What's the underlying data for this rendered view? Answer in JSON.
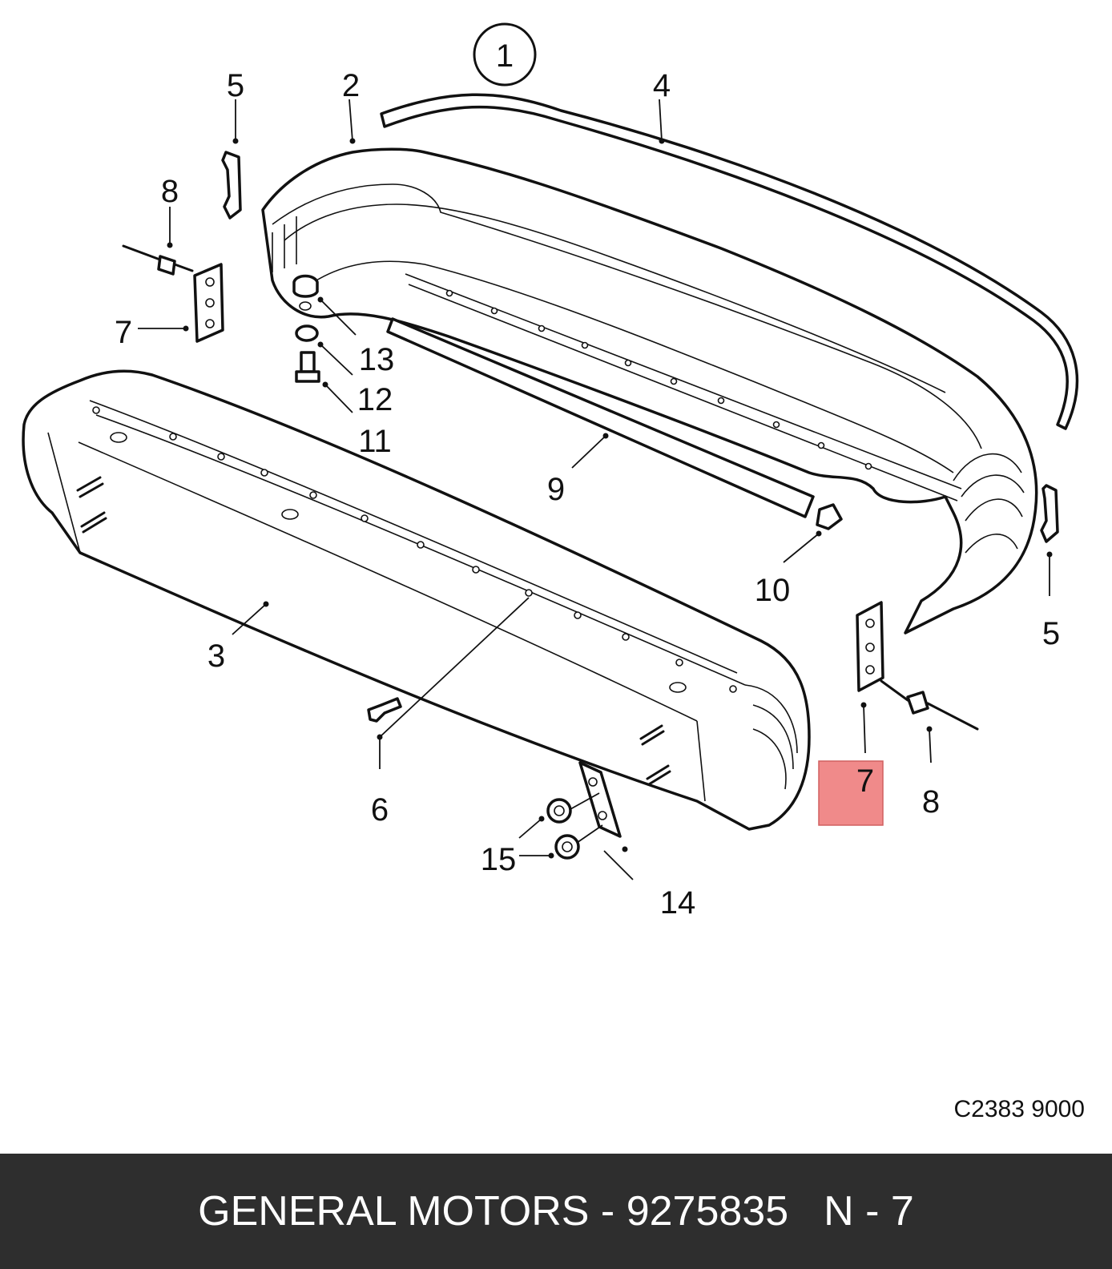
{
  "diagram": {
    "assembly_number": "1",
    "callouts": {
      "c2": "2",
      "c3": "3",
      "c4": "4",
      "c5a": "5",
      "c5b": "5",
      "c6": "6",
      "c7a": "7",
      "c7b": "7",
      "c8a": "8",
      "c8b": "8",
      "c9": "9",
      "c10": "10",
      "c11": "11",
      "c12": "12",
      "c13": "13",
      "c14": "14",
      "c15": "15"
    },
    "highlighted_callout": "7",
    "highlight_color": "#f08a8a",
    "drawing_code": "C2383 9000"
  },
  "footer": {
    "text": "GENERAL MOTORS - 9275835",
    "suffix": "N - 7",
    "background": "#2e2e2e"
  }
}
